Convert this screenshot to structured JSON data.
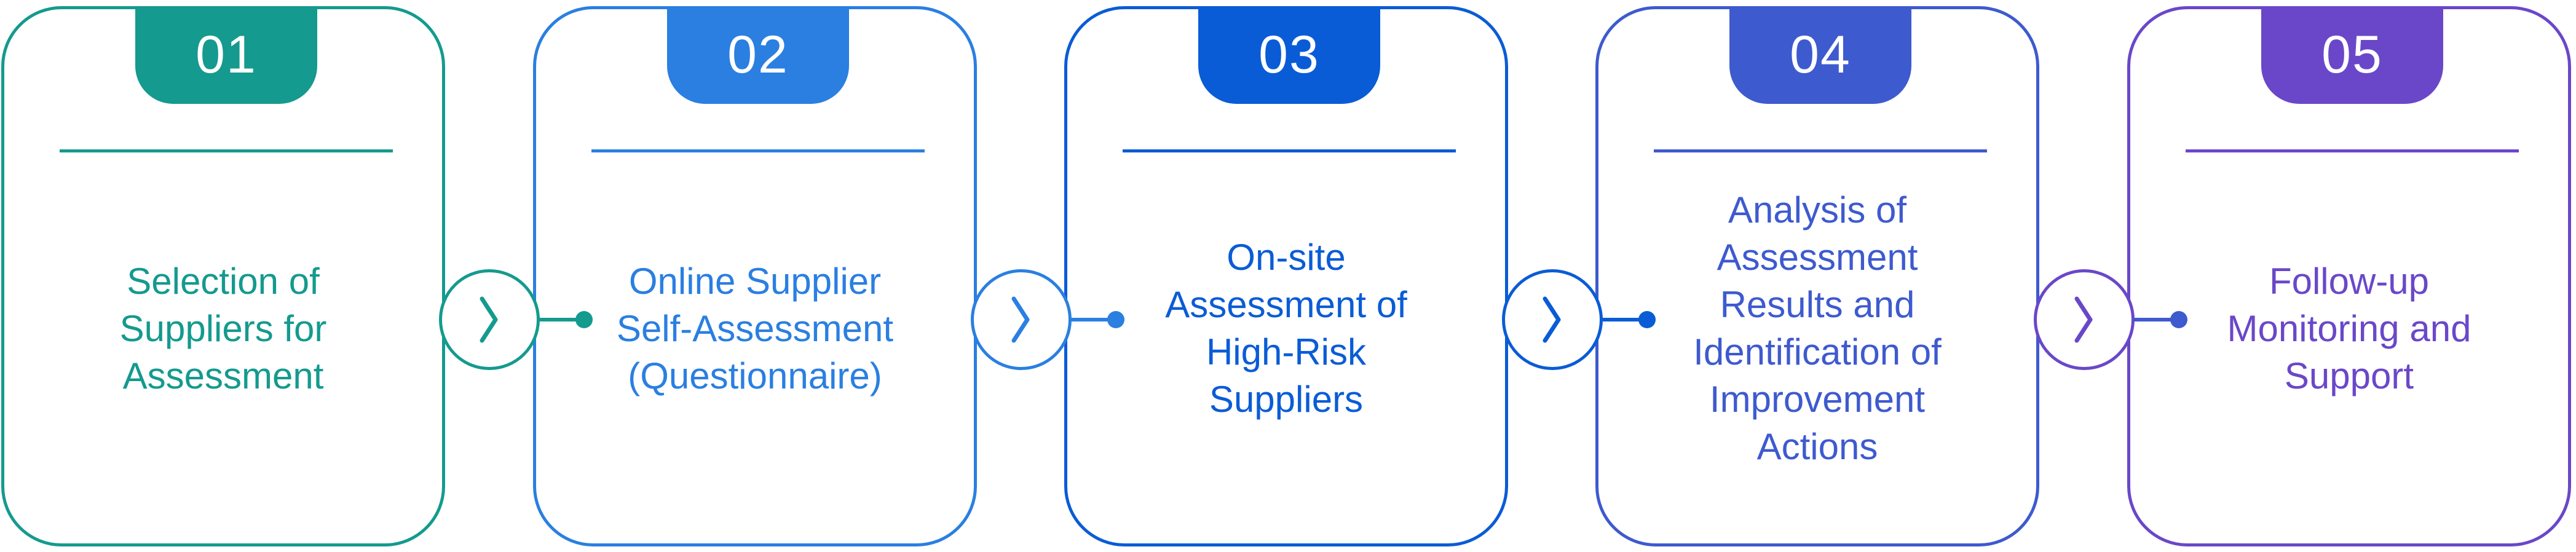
{
  "colors": {
    "step1": "#149A8E",
    "step2": "#2A7FE1",
    "step3": "#0A5CD6",
    "step4": "#3E5ACF",
    "step5": "#6A47C9"
  },
  "steps": [
    {
      "number": "01",
      "label": "Selection of\nSuppliers for\nAssessment"
    },
    {
      "number": "02",
      "label": "Online Supplier\nSelf-Assessment\n(Questionnaire)"
    },
    {
      "number": "03",
      "label": "On-site\nAssessment of\nHigh-Risk\nSuppliers"
    },
    {
      "number": "04",
      "label": "Analysis of\nAssessment\nResults and\nIdentification of\nImprovement\nActions"
    },
    {
      "number": "05",
      "label": "Follow-up\nMonitoring and\nSupport"
    }
  ],
  "connector_icon": "chevron-right-icon"
}
